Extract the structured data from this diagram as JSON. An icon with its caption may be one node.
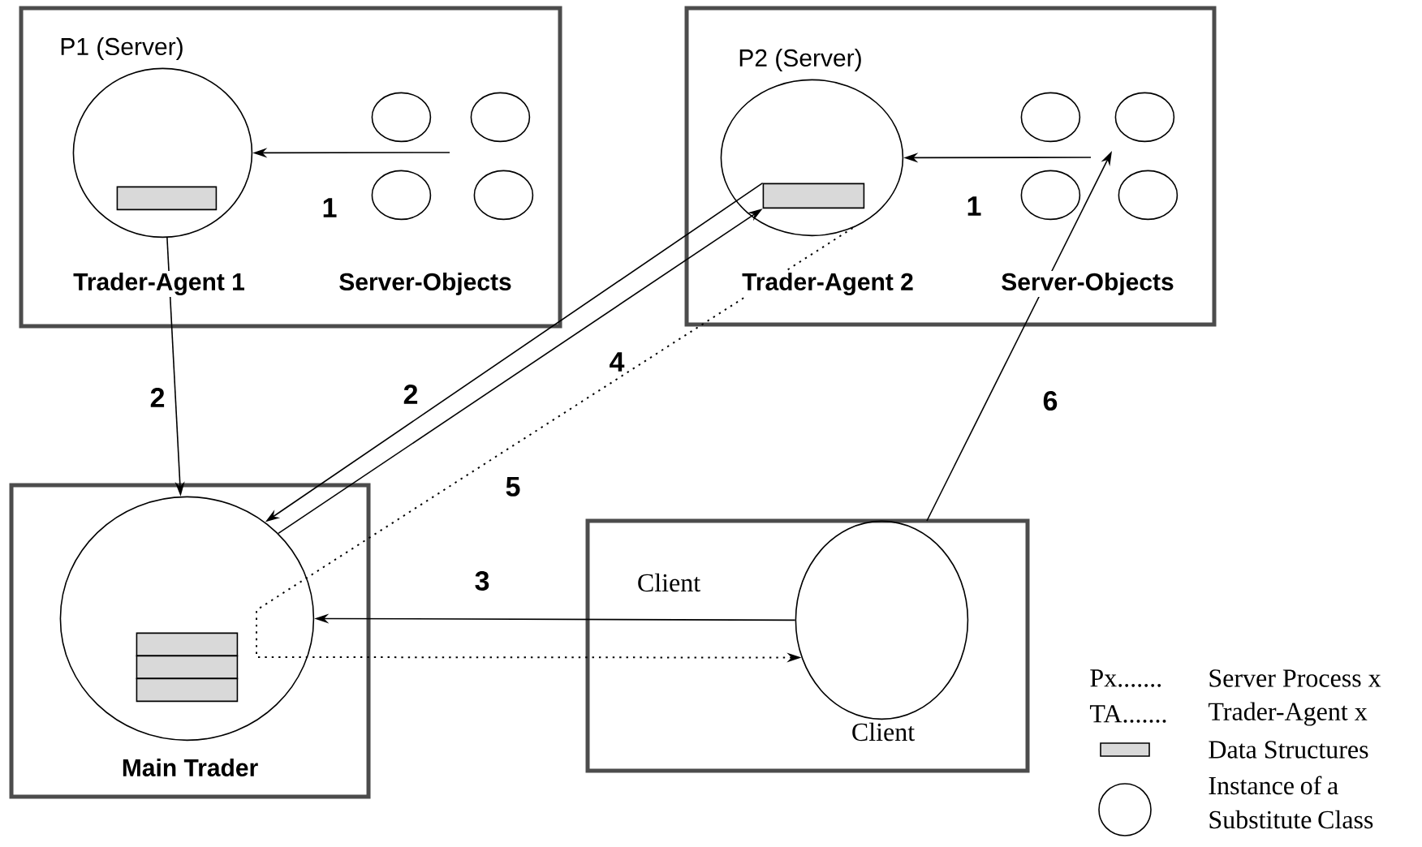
{
  "diagram": {
    "nodes": [
      {
        "text": [
          "P1 (Server)"
        ]
      },
      {
        "text": [],
        "shape": "circle",
        "in": 0,
        "beside": [
          "Trader-Agent 1"
        ]
      },
      {
        "text": [],
        "shape": "bar",
        "in": 1
      },
      {
        "text": [],
        "shape": "circle",
        "in": 0
      },
      {
        "text": [],
        "shape": "circle",
        "in": 0
      },
      {
        "text": [],
        "shape": "circle",
        "in": 0
      },
      {
        "text": [],
        "shape": "circle",
        "in": 0
      },
      {
        "text": [
          "P2 (Server)"
        ]
      },
      {
        "text": [],
        "shape": "circle",
        "in": 7,
        "beside": [
          "Trader-Agent 2"
        ]
      },
      {
        "text": [],
        "shape": "bar",
        "in": 8
      },
      {
        "text": [],
        "shape": "circle",
        "in": 7
      },
      {
        "text": [],
        "shape": "circle",
        "in": 7
      },
      {
        "text": [],
        "shape": "circle",
        "in": 7
      },
      {
        "text": [],
        "shape": "circle",
        "in": 7
      },
      {
        "text": [
          "Main Trader"
        ]
      },
      {
        "text": [],
        "shape": "circle",
        "in": 14
      },
      {
        "text": [],
        "shape": "bar",
        "in": 15
      },
      {
        "text": [],
        "shape": "bar",
        "in": 15
      },
      {
        "text": [],
        "shape": "bar",
        "in": 15
      },
      {
        "text": [
          "Client"
        ]
      },
      {
        "text": [],
        "shape": "circle",
        "in": 19,
        "beside": [
          "Client"
        ]
      }
    ],
    "edges": [
      {
        "from": null,
        "to": 1,
        "arrow": "to",
        "label": "1"
      },
      {
        "from": null,
        "to": 8,
        "arrow": "to",
        "label": "1"
      },
      {
        "from": 1,
        "to": 15,
        "arrow": "to",
        "label": "2"
      },
      {
        "from": 9,
        "to": 15,
        "arrow": "to",
        "label": "2"
      },
      {
        "from": 15,
        "to": 9,
        "arrow": "to"
      },
      {
        "from": 8,
        "to": 20,
        "arrow": "to",
        "label": "4",
        "style": "dashed"
      },
      {
        "from": 20,
        "to": 15,
        "arrow": "to",
        "label": "3"
      },
      {
        "from": 19,
        "to": null,
        "arrow": "to",
        "label": "6"
      }
    ],
    "labels": [
      "Server-Objects",
      "Server-Objects",
      "5",
      "Px.......",
      "Server Process x",
      "TA.......",
      "Trader-Agent x"
    ],
    "legend": [
      {
        "text": "Data Structures"
      },
      {
        "text": "Instance of a Substitute Class"
      }
    ]
  }
}
